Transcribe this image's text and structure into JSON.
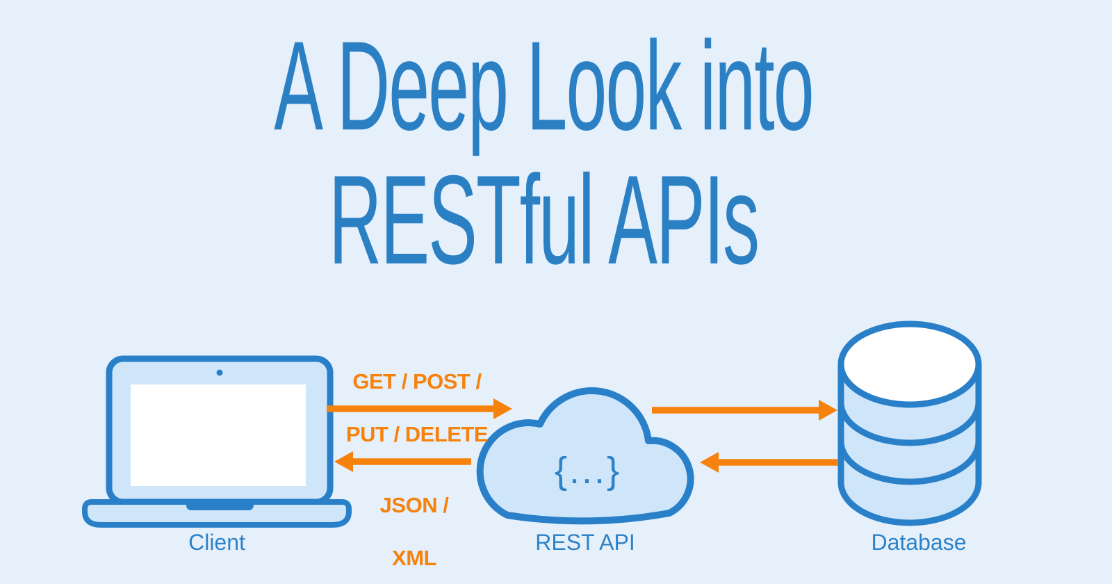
{
  "title": {
    "line1": "A Deep Look into",
    "line2": "RESTful APIs"
  },
  "nodes": {
    "client": {
      "label": "Client"
    },
    "rest_api": {
      "label": "REST API",
      "icon_text": "{...}"
    },
    "database": {
      "label": "Database"
    }
  },
  "flows": {
    "request": {
      "line1": "GET / POST /",
      "line2": "PUT / DELETE"
    },
    "response": {
      "line1": "JSON /",
      "line2": "XML"
    }
  },
  "icons": {
    "client": "laptop-icon",
    "rest_api": "cloud-icon",
    "database": "database-cylinder-icon"
  },
  "colors": {
    "background": "#e5f0fb",
    "stroke_blue": "#2980c8",
    "title_blue": "#2b80c4",
    "label_blue": "#2e82c8",
    "arrow_orange": "#f6820d",
    "shape_fill_light_blue": "#cfe6fa",
    "screen_white": "#ffffff"
  }
}
